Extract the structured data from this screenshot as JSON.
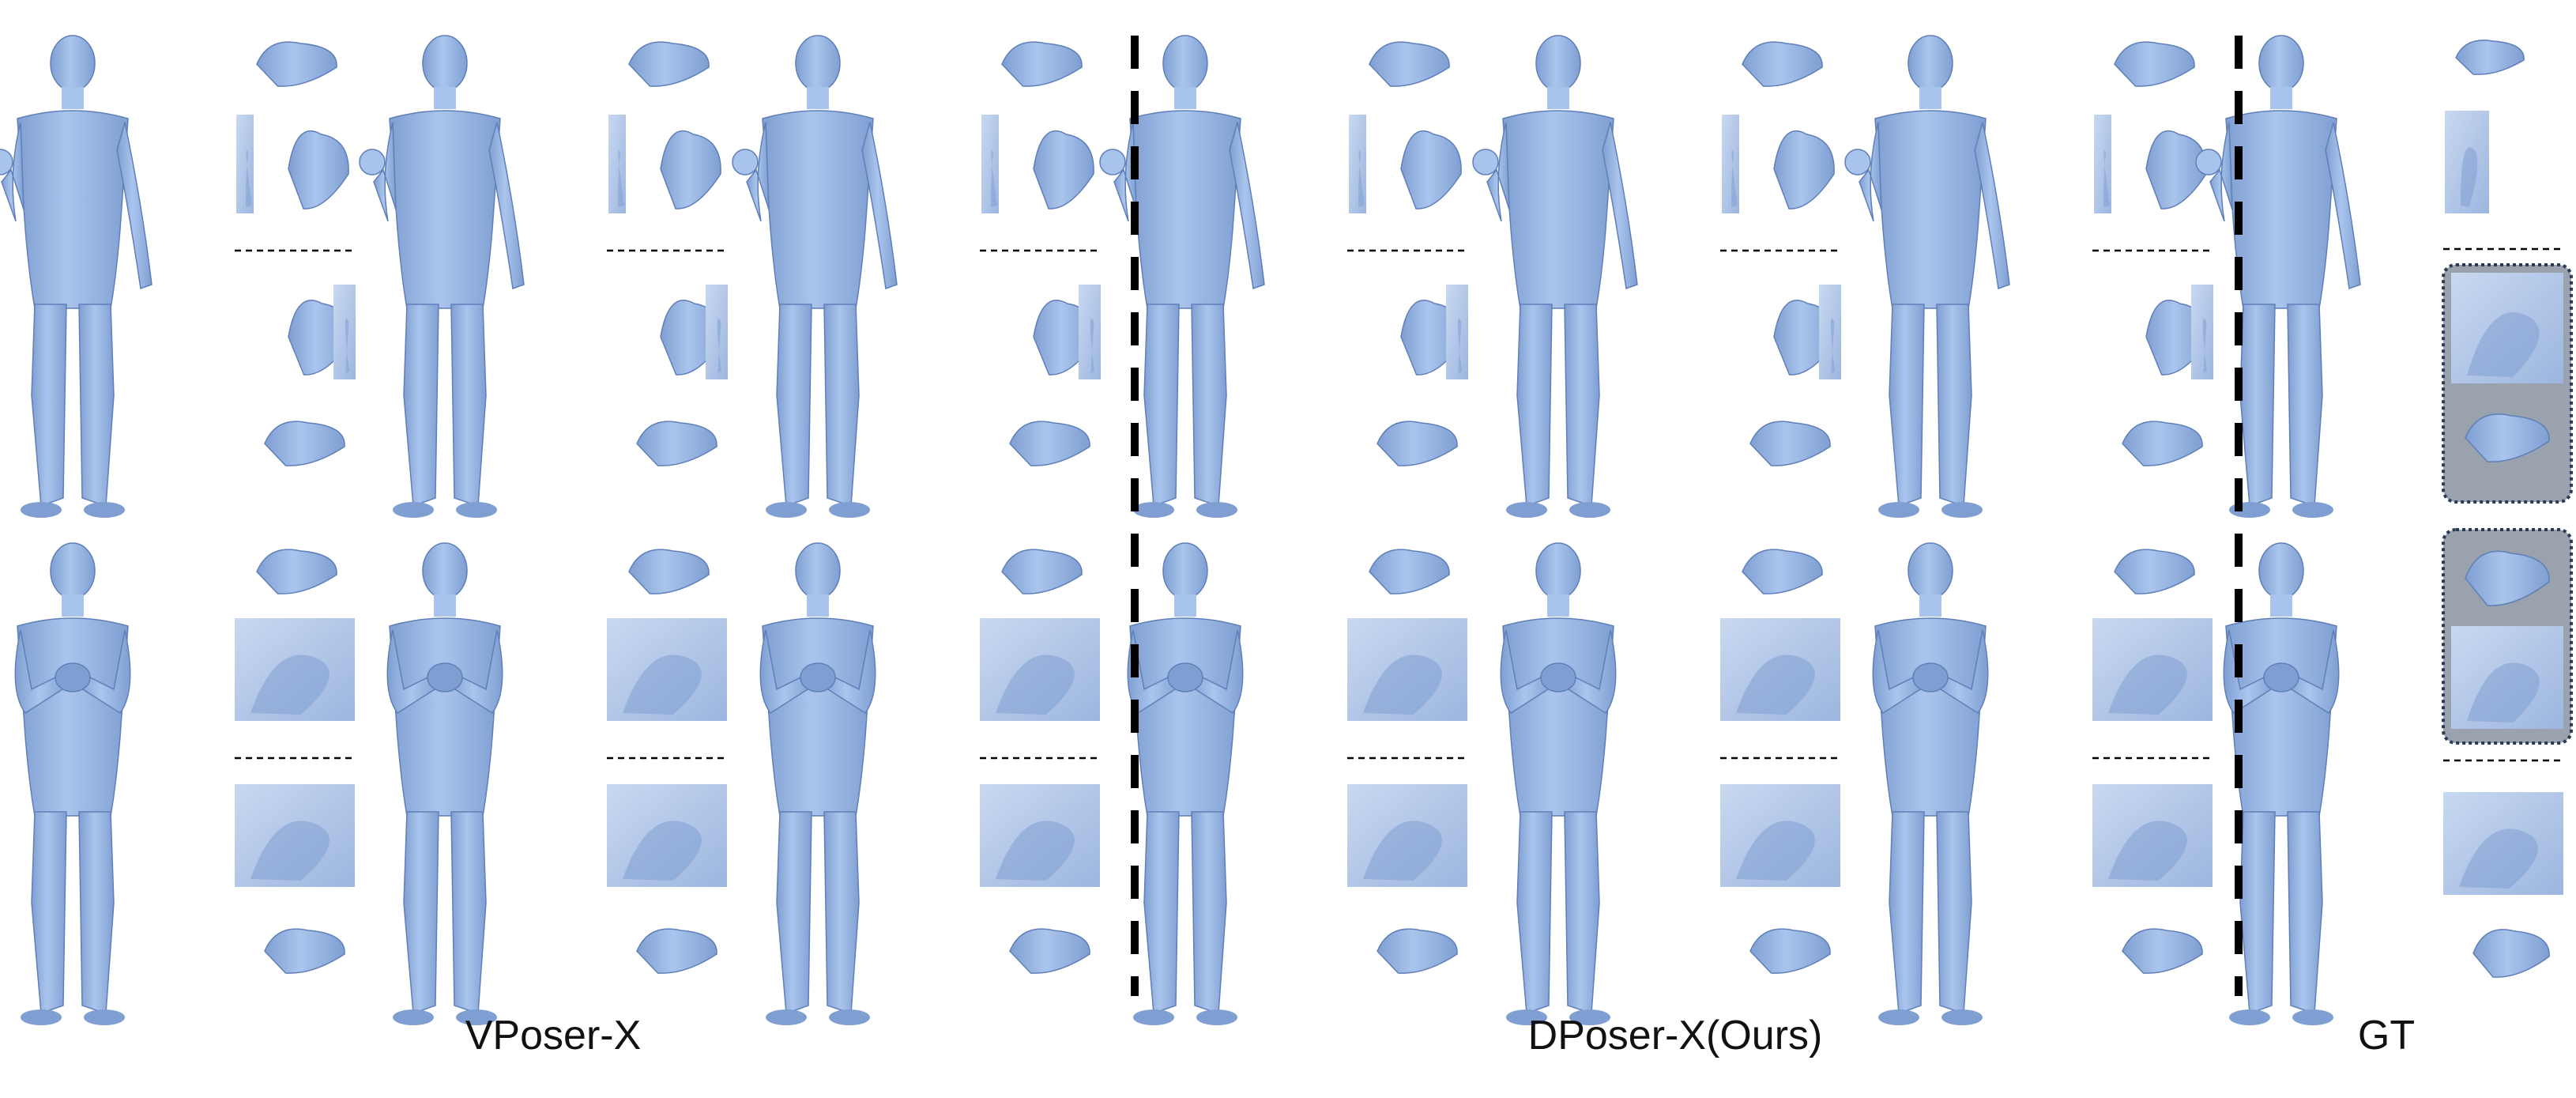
{
  "figure": {
    "captions": [
      {
        "id": "vposer",
        "text": "VPoser-X"
      },
      {
        "id": "dposer",
        "text": "DPoser-X(Ours)"
      },
      {
        "id": "gt",
        "text": "GT"
      }
    ],
    "colors": {
      "mesh_fill": "#a9c4ec",
      "mesh_shade": "#7f9fd2",
      "mesh_edge": "#5f7fb8",
      "panel_bg": "#b7cae8",
      "highlight_bg": "#9aa2ad",
      "divider": "#000000"
    },
    "columns": [
      {
        "group": "vposer",
        "highlight": false
      },
      {
        "group": "vposer",
        "highlight": false
      },
      {
        "group": "vposer",
        "highlight": false
      },
      {
        "group": "dposer",
        "highlight": false
      },
      {
        "group": "dposer",
        "highlight": false
      },
      {
        "group": "dposer",
        "highlight": false
      },
      {
        "group": "gt",
        "highlight": true
      }
    ],
    "rows": [
      {
        "pose": "arm-raised"
      },
      {
        "pose": "hands-clasped"
      }
    ]
  }
}
